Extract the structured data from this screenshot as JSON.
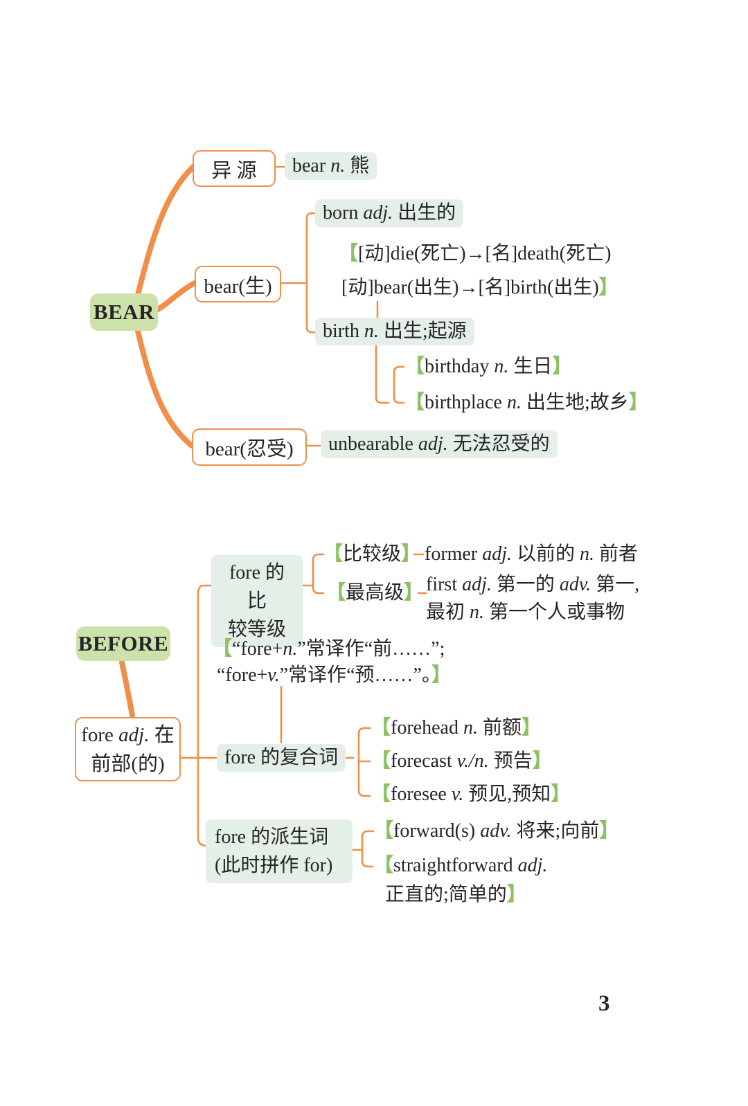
{
  "colors": {
    "orange": "#ef8f49",
    "node_green": "#cde2ab",
    "highlight_green": "#e4efe7",
    "bracket_green": "#8cc164",
    "text": "#252525"
  },
  "page": {
    "number": "3"
  },
  "bear": {
    "root_label": "BEAR",
    "branch_yiyuan": {
      "box": "异  源"
    },
    "entry_bear_n": [
      {
        "t": "bear "
      },
      {
        "t": "n. ",
        "i": true
      },
      {
        "t": "熊"
      }
    ],
    "branch_sheng": {
      "box": "bear(生)"
    },
    "entry_born": [
      {
        "t": "born "
      },
      {
        "t": "adj. ",
        "i": true
      },
      {
        "t": "出生的"
      }
    ],
    "note_die": [
      {
        "t": "【",
        "g": true
      },
      {
        "t": "[动]die(死亡)→[名]death(死亡)"
      }
    ],
    "note_bear": [
      {
        "t": "[动]bear(出生)→[名]birth(出生)"
      },
      {
        "t": "】",
        "g": true
      }
    ],
    "entry_birth": [
      {
        "t": "birth "
      },
      {
        "t": "n. ",
        "i": true
      },
      {
        "t": "出生;起源"
      }
    ],
    "entry_birthday": [
      {
        "t": "【",
        "g": true
      },
      {
        "t": "birthday "
      },
      {
        "t": "n. ",
        "i": true
      },
      {
        "t": "生日"
      },
      {
        "t": "】",
        "g": true
      }
    ],
    "entry_birthplace": [
      {
        "t": "【",
        "g": true
      },
      {
        "t": "birthplace "
      },
      {
        "t": "n. ",
        "i": true
      },
      {
        "t": "出生地;故乡"
      },
      {
        "t": "】",
        "g": true
      }
    ],
    "branch_renshou": {
      "box": "bear(忍受)"
    },
    "entry_unbearable": [
      {
        "t": "unbearable "
      },
      {
        "t": "adj. ",
        "i": true
      },
      {
        "t": "无法忍受的"
      }
    ]
  },
  "before": {
    "root_label": "BEFORE",
    "fore_adj_box_line1": [
      {
        "t": "fore "
      },
      {
        "t": "adj. ",
        "i": true
      },
      {
        "t": "在"
      }
    ],
    "fore_adj_box_line2": [
      {
        "t": "前部(的)"
      }
    ],
    "compare_box_line1": "fore 的比",
    "compare_box_line2": "较等级",
    "label_comparative": [
      {
        "t": "【",
        "g": true
      },
      {
        "t": "比较级"
      },
      {
        "t": "】",
        "g": true
      }
    ],
    "entry_former": [
      {
        "t": "former "
      },
      {
        "t": "adj. ",
        "i": true
      },
      {
        "t": "以前的 "
      },
      {
        "t": "n. ",
        "i": true
      },
      {
        "t": "前者"
      }
    ],
    "label_superlative": [
      {
        "t": "【",
        "g": true
      },
      {
        "t": "最高级"
      },
      {
        "t": "】",
        "g": true
      }
    ],
    "entry_first_line1": [
      {
        "t": "first "
      },
      {
        "t": "adj. ",
        "i": true
      },
      {
        "t": "第一的 "
      },
      {
        "t": "adv. ",
        "i": true
      },
      {
        "t": "第一,"
      }
    ],
    "entry_first_line2": [
      {
        "t": "最初 "
      },
      {
        "t": "n. ",
        "i": true
      },
      {
        "t": "第一个人或事物"
      }
    ],
    "note_line1": [
      {
        "t": "【",
        "g": true
      },
      {
        "t": "“fore+"
      },
      {
        "t": "n.",
        "i": true
      },
      {
        "t": "”常译作“前……”;"
      }
    ],
    "note_line2": [
      {
        "t": "“fore+"
      },
      {
        "t": "v.",
        "i": true
      },
      {
        "t": "”常译作“预……”。"
      },
      {
        "t": "】",
        "g": true
      }
    ],
    "compound_box": "fore 的复合词",
    "entry_forehead": [
      {
        "t": "【",
        "g": true
      },
      {
        "t": "forehead "
      },
      {
        "t": "n. ",
        "i": true
      },
      {
        "t": "前额"
      },
      {
        "t": "】",
        "g": true
      }
    ],
    "entry_forecast": [
      {
        "t": "【",
        "g": true
      },
      {
        "t": "forecast "
      },
      {
        "t": "v./n. ",
        "i": true
      },
      {
        "t": "预告"
      },
      {
        "t": "】",
        "g": true
      }
    ],
    "entry_foresee": [
      {
        "t": "【",
        "g": true
      },
      {
        "t": "foresee "
      },
      {
        "t": "v. ",
        "i": true
      },
      {
        "t": "预见,预知"
      },
      {
        "t": "】",
        "g": true
      }
    ],
    "derive_box_line1": "fore 的派生词",
    "derive_box_line2": "(此时拼作 for)",
    "entry_forward": [
      {
        "t": "【",
        "g": true
      },
      {
        "t": "forward(s) "
      },
      {
        "t": "adv. ",
        "i": true
      },
      {
        "t": "将来;向前"
      },
      {
        "t": "】",
        "g": true
      }
    ],
    "entry_straightforward_line1": [
      {
        "t": "【",
        "g": true
      },
      {
        "t": "straightforward "
      },
      {
        "t": "adj.",
        "i": true
      }
    ],
    "entry_straightforward_line2": [
      {
        "t": "正直的;简单的"
      },
      {
        "t": "】",
        "g": true
      }
    ]
  }
}
